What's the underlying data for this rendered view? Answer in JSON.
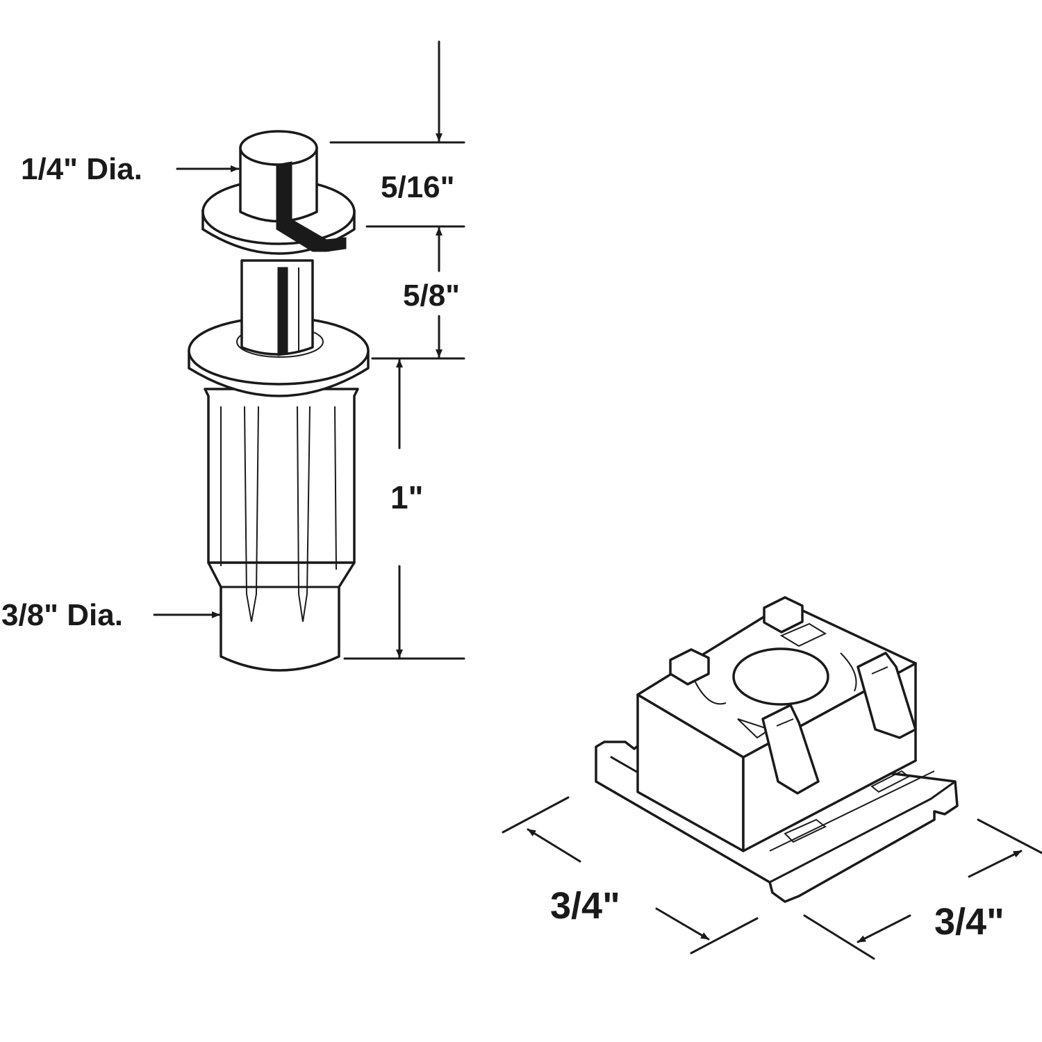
{
  "dimensions": {
    "pin_top_diameter": "1/4\" Dia.",
    "pin_cap_height": "5/16\"",
    "pin_neck_height": "5/8\"",
    "pin_shank_length": "1\"",
    "pin_shank_diameter": "3/8\" Dia.",
    "block_width_left": "3/4\"",
    "block_width_right": "3/4\""
  },
  "colors": {
    "line": "#1a1a1a",
    "background": "#ffffff"
  }
}
